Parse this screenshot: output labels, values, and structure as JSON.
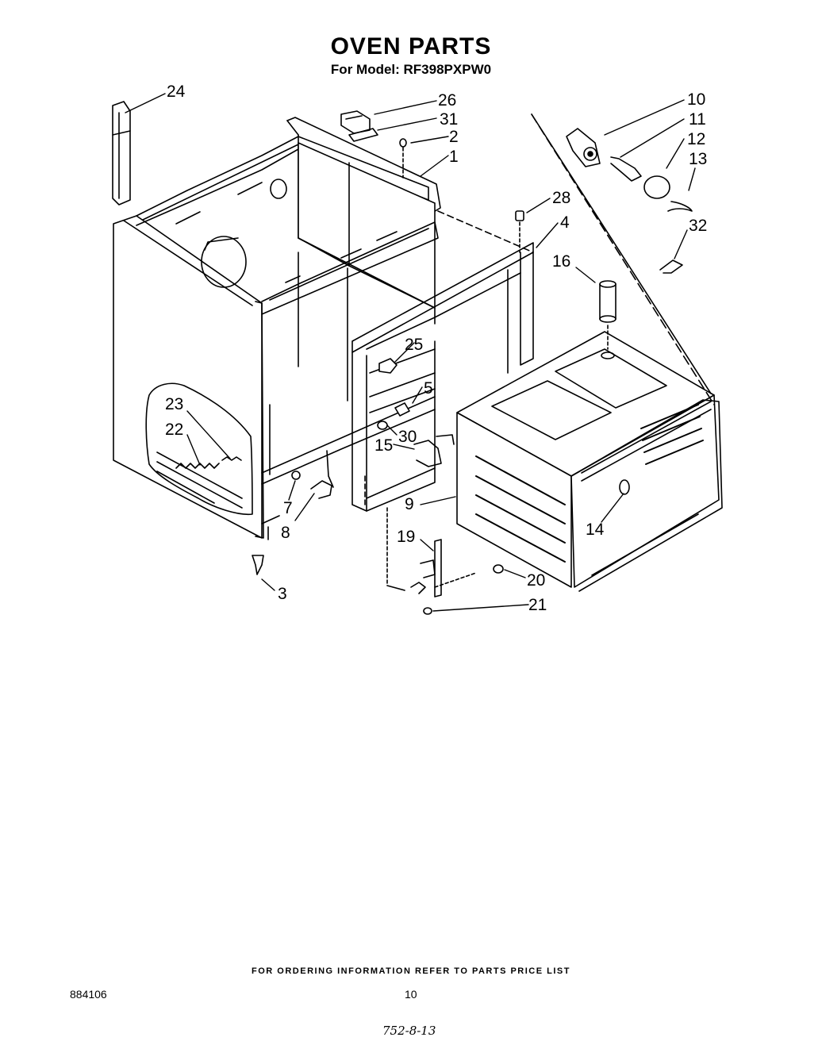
{
  "header": {
    "title": "OVEN PARTS",
    "subtitle": "For Model: RF398PXPW0"
  },
  "callouts": [
    "24",
    "26",
    "31",
    "2",
    "1",
    "10",
    "11",
    "12",
    "13",
    "28",
    "4",
    "32",
    "16",
    "25",
    "5",
    "30",
    "15",
    "23",
    "22",
    "7",
    "8",
    "9",
    "14",
    "19",
    "20",
    "3",
    "21"
  ],
  "footer": {
    "ordering_note": "FOR ORDERING INFORMATION REFER TO PARTS PRICE LIST",
    "doc_number": "884106",
    "page_number": "10",
    "handwritten_code": "752-8-13"
  }
}
